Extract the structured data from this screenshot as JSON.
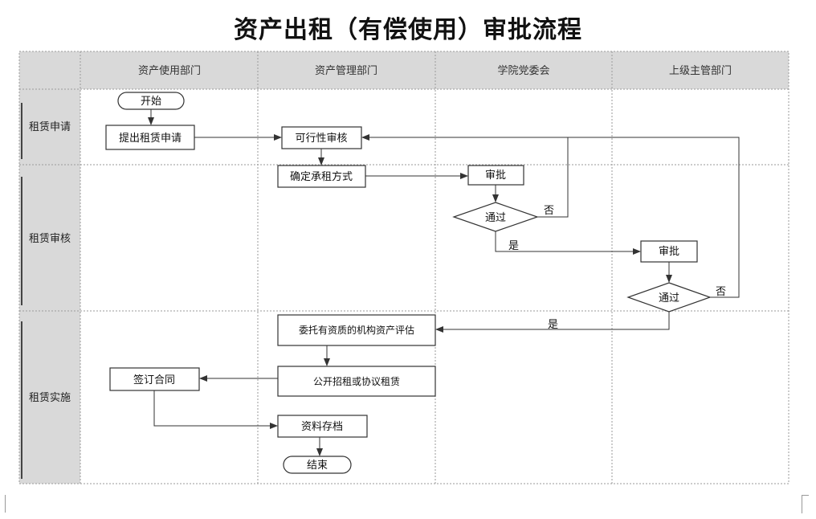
{
  "title": "资产出租（有偿使用）审批流程",
  "columns": [
    "资产使用部门",
    "资产管理部门",
    "学院党委会",
    "上级主管部门"
  ],
  "lanes": [
    "租赁申请",
    "租赁审核",
    "租赁实施"
  ],
  "nodes": {
    "start": "开始",
    "submit": "提出租赁申请",
    "feasibility": "可行性审核",
    "confirm": "确定承租方式",
    "approve1": "审批",
    "pass1": "通过",
    "approve2": "审批",
    "pass2": "通过",
    "appraisal": "委托有资质的机构资产评估",
    "tender": "公开招租或协议租赁",
    "contract": "签订合同",
    "archive": "资料存档",
    "end": "结束"
  },
  "labels": {
    "no1": "否",
    "yes1": "是",
    "no2": "否",
    "yes2": "是"
  }
}
